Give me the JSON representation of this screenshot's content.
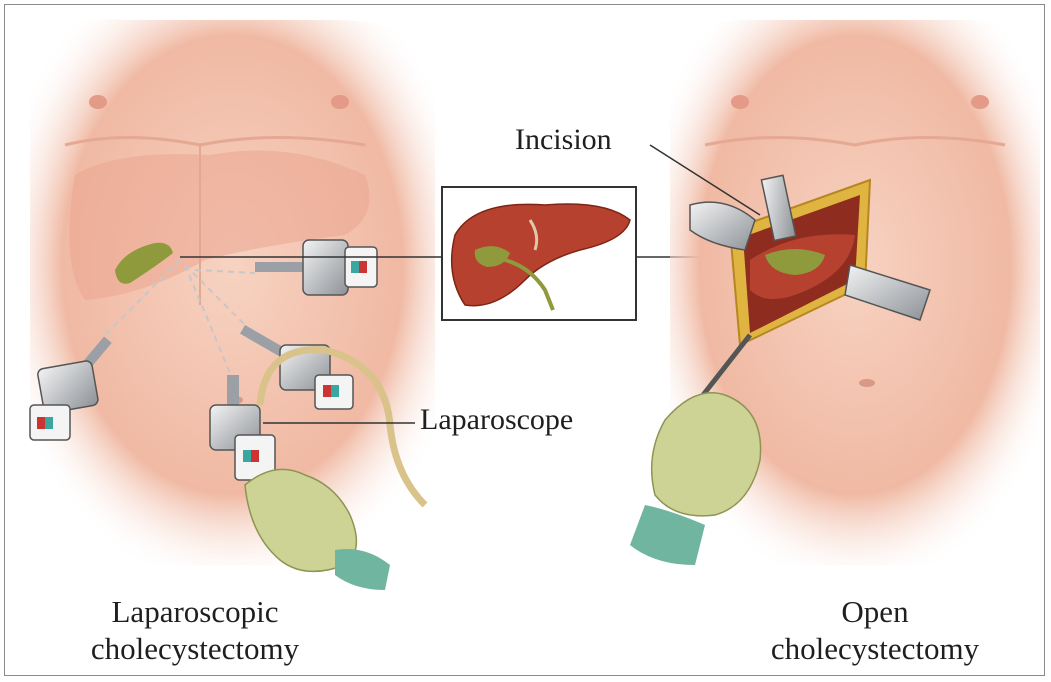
{
  "labels": {
    "incision": "Incision",
    "laparoscope": "Laparoscope"
  },
  "captions": {
    "left": {
      "line1": "Laparoscopic",
      "line2": "cholecystectomy"
    },
    "right": {
      "line1": "Open",
      "line2": "cholecystectomy"
    }
  },
  "colors": {
    "skin": "#f2c2ac",
    "skin_shadow": "#e9a08a",
    "liver": "#b5412e",
    "liver_dark": "#8e2c1f",
    "gallbladder": "#7f8f3a",
    "glove": "#c9cf8e",
    "instrument": "#c9ccd0",
    "incision_border": "#e0b441"
  }
}
